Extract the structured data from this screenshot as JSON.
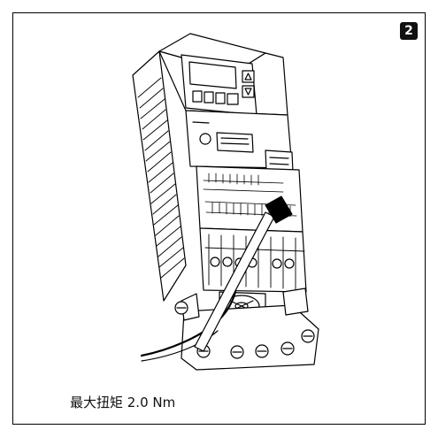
{
  "step": {
    "number": "2"
  },
  "caption": {
    "text": "最大扭矩 2.0 Nm"
  },
  "icons": [
    "step-number-badge",
    "inverter-device",
    "screwdriver",
    "terminal-screw"
  ],
  "colors": {
    "line": "#000000",
    "background": "#ffffff",
    "badge": "#111111"
  }
}
